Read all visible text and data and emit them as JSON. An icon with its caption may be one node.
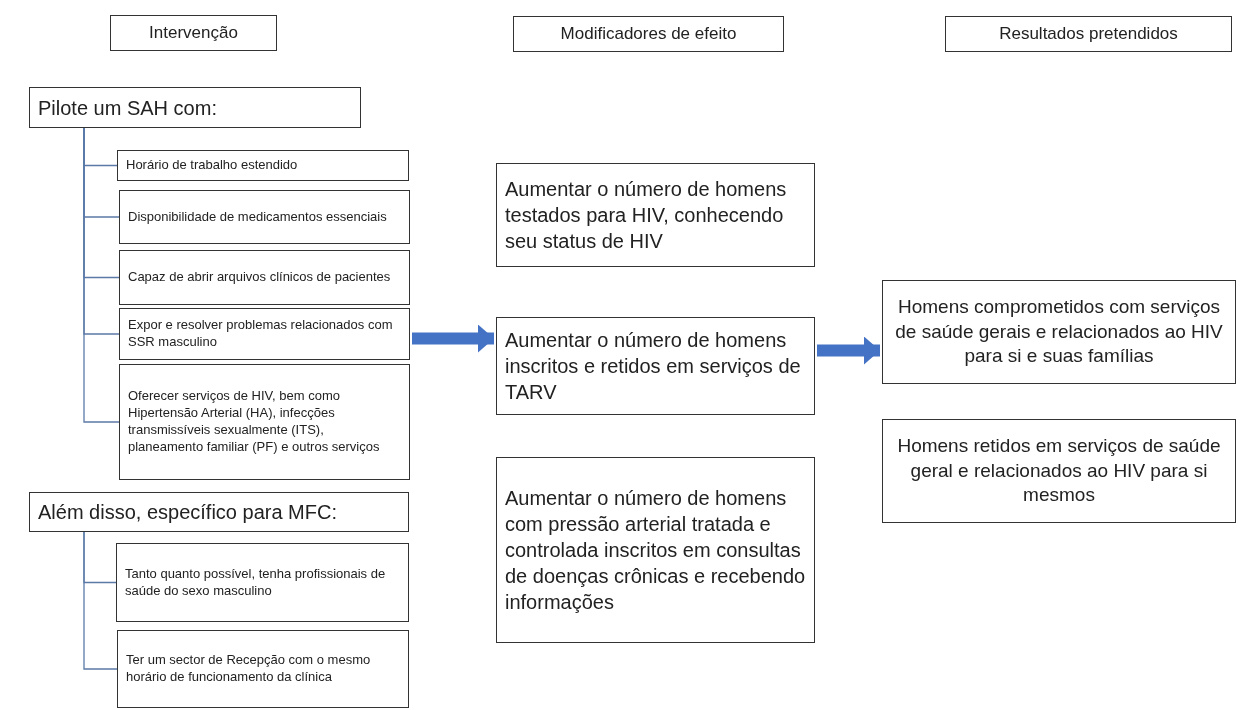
{
  "diagram": {
    "nodes": [
      {
        "text": [
          "Intervenção"
        ]
      },
      {
        "text": [
          "Modificadores de efeito"
        ]
      },
      {
        "text": [
          "Resultados pretendidos"
        ]
      },
      {
        "text": [
          "Pilote um SAH com:"
        ]
      },
      {
        "text": [
          "Horário de trabalho estendido"
        ]
      },
      {
        "text": [
          "Disponibilidade de medicamentos essenciais"
        ]
      },
      {
        "text": [
          "Capaz de abrir arquivos clínicos de pacientes"
        ]
      },
      {
        "text": [
          "Expor e resolver problemas relacionados com SSR masculino"
        ]
      },
      {
        "text": [
          "Oferecer serviços de HIV, bem como Hipertensão Arterial (HA), infecções transmissíveis sexualmente (ITS), planeamento familiar (PF) e outros serviços"
        ]
      },
      {
        "text": [
          "Além disso, específico para MFC:"
        ]
      },
      {
        "text": [
          "Tanto quanto possível, tenha profissionais de saúde do sexo masculino"
        ]
      },
      {
        "text": [
          "Ter um sector de Recepção com o mesmo horário de funcionamento da clínica"
        ]
      },
      {
        "text": [
          "Aumentar o número de homens testados para HIV, conhecendo seu status de HIV"
        ]
      },
      {
        "text": [
          "Aumentar o número de homens inscritos e retidos em serviços de TARV"
        ]
      },
      {
        "text": [
          "Aumentar o número de homens com pressão arterial tratada e controlada inscritos em consultas de doenças crônicas e recebendo informações"
        ]
      },
      {
        "text": [
          "Homens comprometidos com serviços de saúde gerais e relacionados ao HIV para si e suas famílias"
        ]
      },
      {
        "text": [
          "Homens retidos em serviços de saúde geral e relacionados ao HIV para si mesmos"
        ]
      }
    ],
    "edges": [
      {
        "from": 3,
        "to": 4,
        "arrow": "none"
      },
      {
        "from": 3,
        "to": 5,
        "arrow": "none"
      },
      {
        "from": 3,
        "to": 6,
        "arrow": "none"
      },
      {
        "from": 3,
        "to": 7,
        "arrow": "none"
      },
      {
        "from": 3,
        "to": 8,
        "arrow": "none"
      },
      {
        "from": 9,
        "to": 10,
        "arrow": "none"
      },
      {
        "from": 9,
        "to": 11,
        "arrow": "none"
      },
      {
        "from": 7,
        "to": 13,
        "arrow": "to",
        "style": "thick",
        "color": "#4472c4"
      },
      {
        "from": 13,
        "to": 15,
        "arrow": "to",
        "style": "thick",
        "color": "#4472c4"
      }
    ]
  }
}
